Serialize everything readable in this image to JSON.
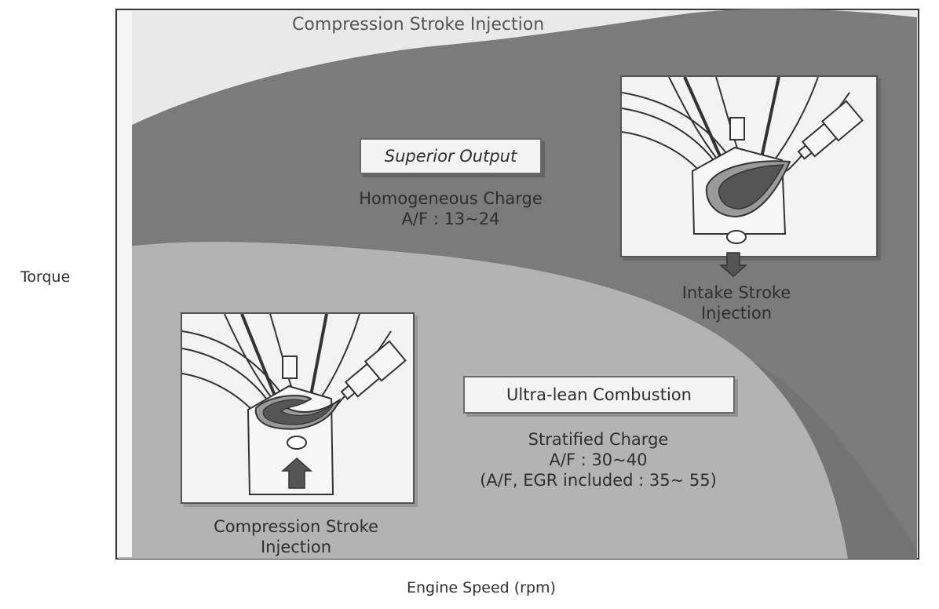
{
  "axes": {
    "y_label": "Torque",
    "x_label": "Engine Speed (rpm)"
  },
  "header_partial": "Compression Stroke Injection",
  "upper_region": {
    "box_label": "Superior Output",
    "charge": "Homogeneous Charge",
    "af_ratio": "A/F : 13~24"
  },
  "lower_region": {
    "box_label": "Ultra-lean Combustion",
    "charge": "Stratified Charge",
    "af_ratio": "A/F : 30~40",
    "egr_note": "(A/F, EGR included : 35~ 55)"
  },
  "intake_inset": {
    "caption_line1": "Intake Stroke",
    "caption_line2": "Injection"
  },
  "compression_inset": {
    "caption_line1": "Compression Stroke",
    "caption_line2": "Injection"
  },
  "colors": {
    "frame": "#3a3a3a",
    "upper_region": "#7b7b7b",
    "lower_region": "#b3b3b3",
    "right_corner": "#747474",
    "box_fill": "#f4f4f4",
    "spray_outer": "#9a9a9a",
    "spray_inner": "#555555",
    "arrow": "#555555"
  }
}
